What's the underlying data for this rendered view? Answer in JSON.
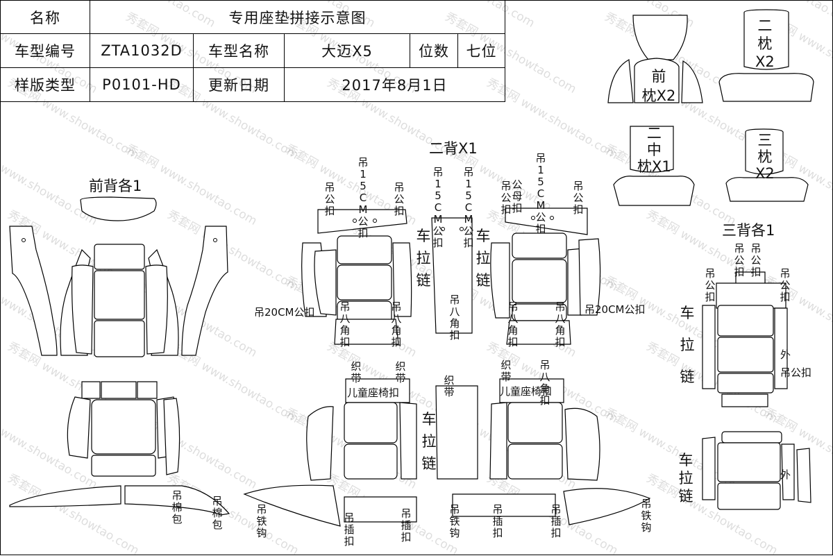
{
  "header": {
    "name_label": "名称",
    "name_value": "专用座垫拼接示意图",
    "model_code_label": "车型编号",
    "model_code_value": "ZTA1032D",
    "model_name_label": "车型名称",
    "model_name_value": "大迈X5",
    "seats_label": "位数",
    "seats_value": "七位",
    "template_type_label": "样版类型",
    "template_type_value": "P0101-HD",
    "update_date_label": "更新日期",
    "update_date_value": "2017年8月1日"
  },
  "watermark": {
    "text": "秀套网 www.showtao.com"
  },
  "section_titles": {
    "front_back": "前背各1",
    "second_back": "二背X1",
    "third_back": "三背各1",
    "front_pillow": "前\n枕X2",
    "second_pillow": "二\n枕\nX2",
    "second_mid_pillow": "二\n中\n枕X1",
    "third_pillow": "三\n枕\nX2"
  },
  "labels": {
    "hang_male_buckle": "吊公扣",
    "hang_15cm_buckle": "吊15CM公扣",
    "hang_20cm_buckle": "吊20CM公扣",
    "hang_octagon_buckle": "吊八角扣",
    "zipper": "车拉链",
    "webbing": "织带",
    "child_seat_buckle": "儿童座椅扣",
    "hang_cotton_bag": "吊棉包",
    "hang_iron_hook": "吊铁钩",
    "hang_insert_buckle": "吊插扣",
    "outer": "外",
    "outer_hang_male_buckle": "外\n吊公扣",
    "female_male_buckle": "公母扣",
    "hang_octagon_buckle_short": "吊八角扣"
  }
}
